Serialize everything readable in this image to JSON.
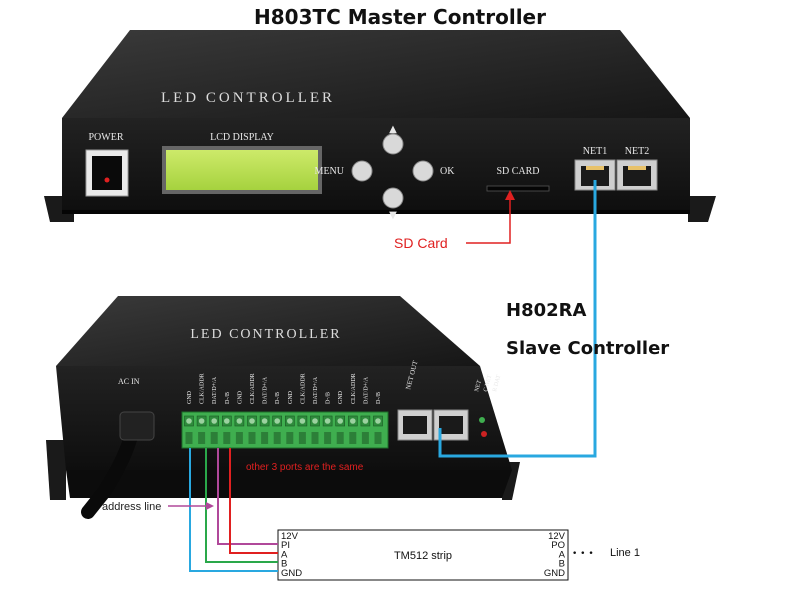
{
  "master": {
    "title": "H803TC Master Controller",
    "panel_label": "LED CONTROLLER",
    "power_label": "POWER",
    "lcd_label": "LCD DISPLAY",
    "menu_label": "MENU",
    "ok_label": "OK",
    "sd_slot_label": "SD CARD",
    "net1_label": "NET1",
    "net2_label": "NET2",
    "up_arrow": "▲",
    "down_arrow": "▼"
  },
  "callouts": {
    "sd_card": "SD Card",
    "address_line": "address line",
    "other_ports": "other 3 ports are the same",
    "line1": "Line 1",
    "dots": "• • •"
  },
  "slave": {
    "title_line1": "H802RA",
    "title_line2": "Slave Controller",
    "panel_label": "LED CONTROLLER",
    "ac_in_label": "AC IN",
    "net_out_label": "NET OUT",
    "port_labels": [
      "GND",
      "CLK/ADDR",
      "DAT/D+/A",
      "D-/B",
      "GND",
      "CLK/ADDR",
      "DAT/D+/A",
      "D-/B",
      "GND",
      "CLK/ADDR",
      "DAT/D+/A",
      "D-/B",
      "GND",
      "CLK/ADDR",
      "DAT/D+/A",
      "D-/B"
    ],
    "indicator_labels": [
      "NET",
      "C NET",
      "R DAT"
    ]
  },
  "strip": {
    "name": "TM512 strip",
    "left_pins": [
      "12V",
      "PI",
      "A",
      "B",
      "GND"
    ],
    "right_pins": [
      "12V",
      "PO",
      "A",
      "B",
      "GND"
    ]
  },
  "colors": {
    "device_body": "#1c1c1c",
    "lcd": "#b8e04a",
    "terminal": "#3fae4f",
    "ethernet_cable": "#29a8e0",
    "sd_callout": "#e02020",
    "address_callout": "#b0489a",
    "wire_pi": "#b0489a",
    "wire_a": "#e02020",
    "wire_b": "#2aa84a",
    "wire_gnd": "#29a8e0"
  }
}
